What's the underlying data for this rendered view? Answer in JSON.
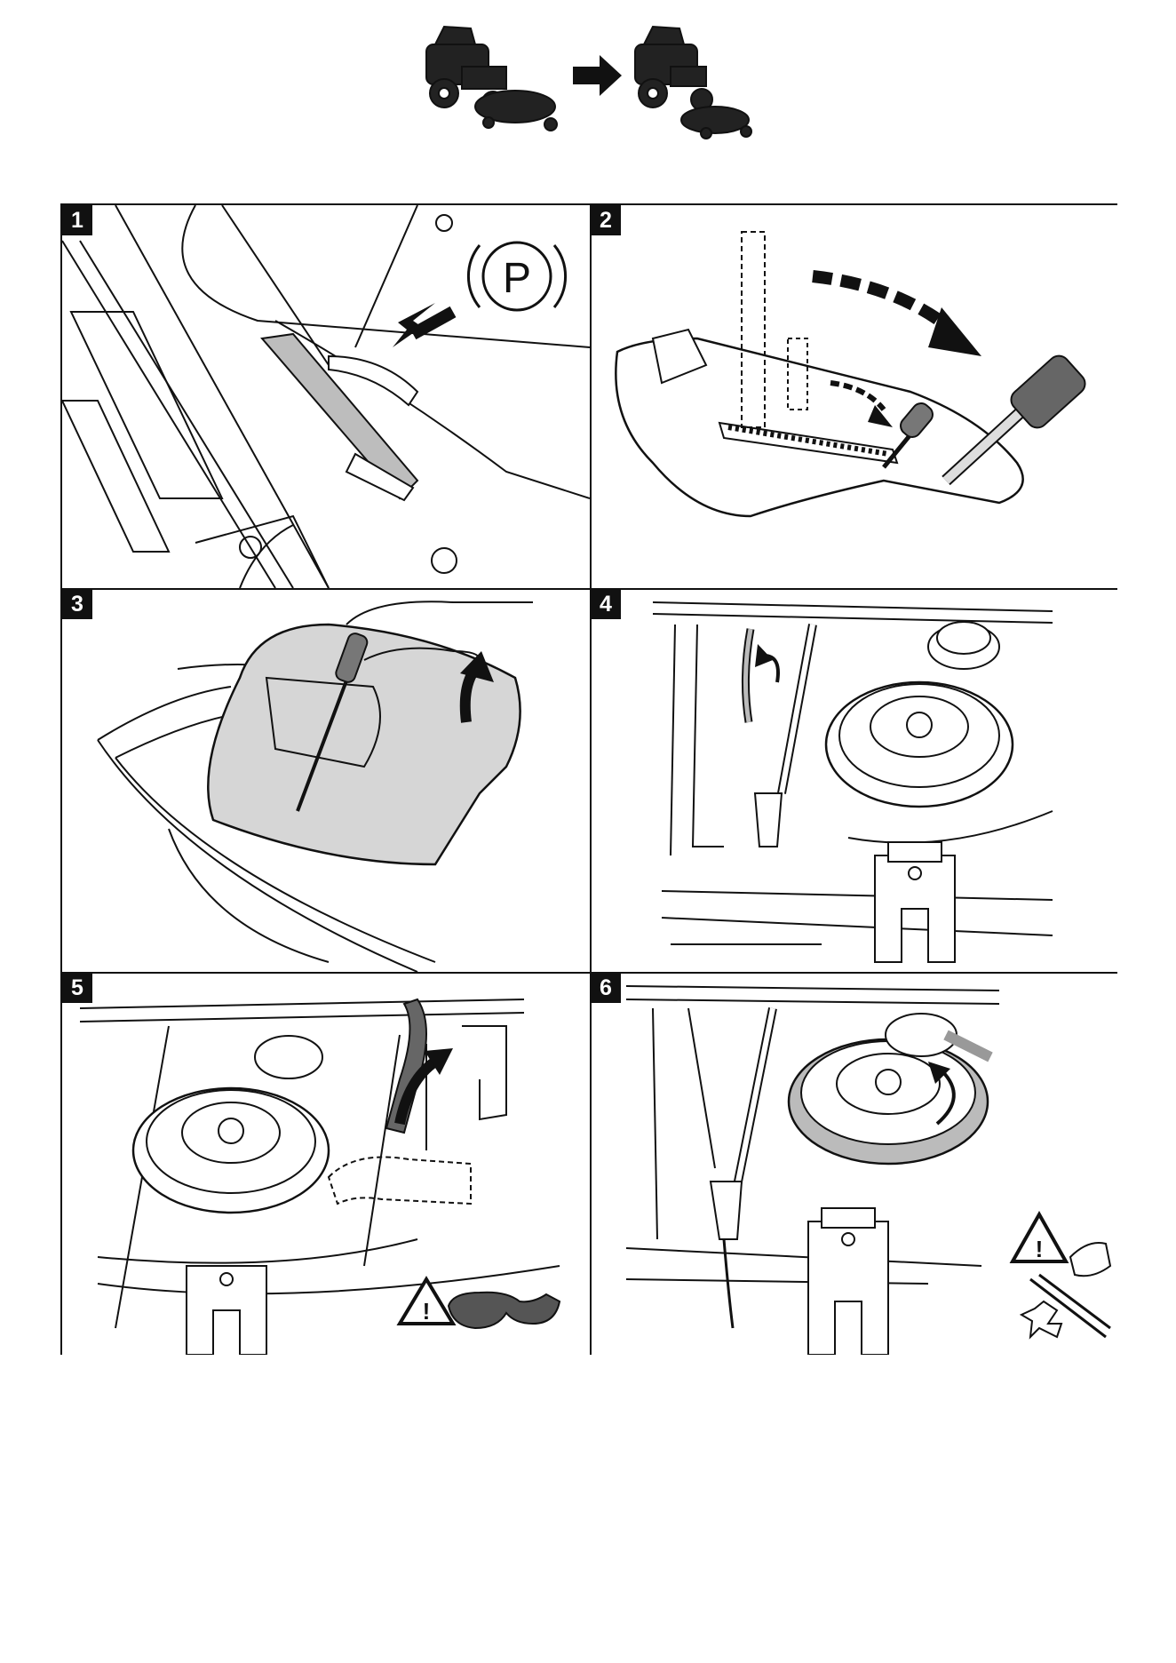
{
  "header": {
    "icon": "mower-deck-removal-icon"
  },
  "steps": [
    {
      "number": "1",
      "illustration": "parking-brake-illustration",
      "symbol": "P"
    },
    {
      "number": "2",
      "illustration": "deck-height-lever-illustration"
    },
    {
      "number": "3",
      "illustration": "remove-belt-cover-illustration"
    },
    {
      "number": "4",
      "illustration": "deck-pulley-rod-illustration"
    },
    {
      "number": "5",
      "illustration": "tension-spring-tool-illustration",
      "warning": "safety-glasses-warning-icon"
    },
    {
      "number": "6",
      "illustration": "remove-drive-belt-illustration",
      "warning": "pinch-hazard-warning-icon"
    }
  ]
}
